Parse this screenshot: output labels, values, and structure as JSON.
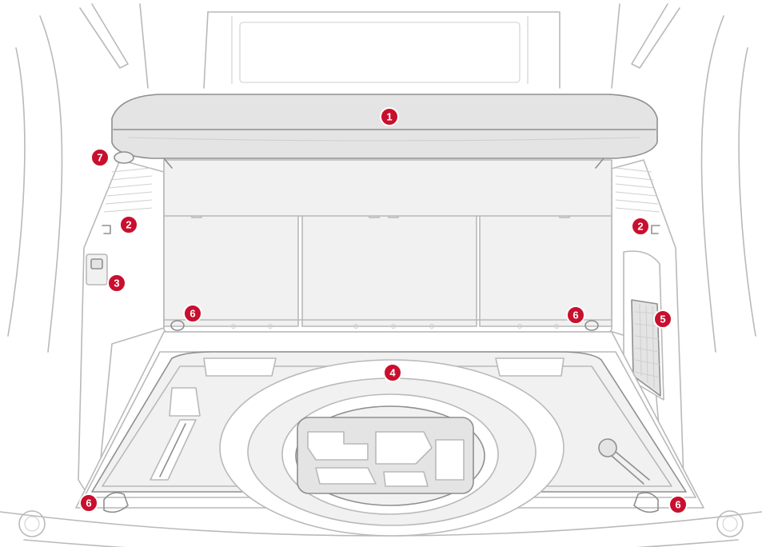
{
  "diagram": {
    "callouts": [
      {
        "id": "shelf",
        "label": "1"
      },
      {
        "id": "left-hook",
        "label": "2"
      },
      {
        "id": "right-hook",
        "label": "2"
      },
      {
        "id": "left-lamp",
        "label": "3"
      },
      {
        "id": "spare-wheel",
        "label": "4"
      },
      {
        "id": "right-net",
        "label": "5"
      },
      {
        "id": "anchor-upper-left",
        "label": "6"
      },
      {
        "id": "anchor-upper-right",
        "label": "6"
      },
      {
        "id": "anchor-lower-left",
        "label": "6"
      },
      {
        "id": "anchor-lower-right",
        "label": "6"
      },
      {
        "id": "socket",
        "label": "7"
      }
    ],
    "colors": {
      "callout_fill": "#c8102e",
      "line": "#b9b9b9",
      "line_dark": "#8f8f8f"
    }
  }
}
